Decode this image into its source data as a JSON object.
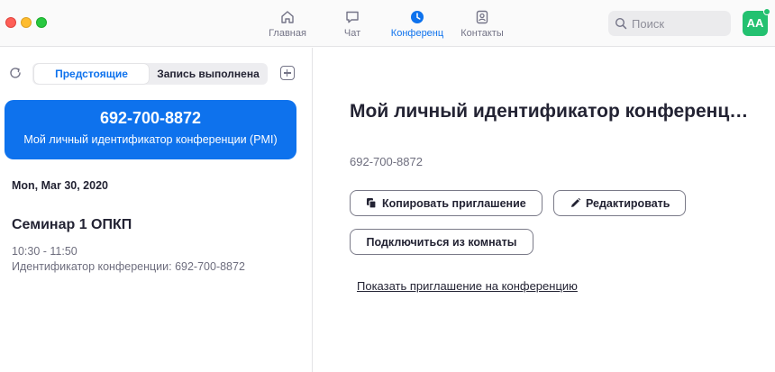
{
  "nav": {
    "home": "Главная",
    "chat": "Чат",
    "meetings": "Конференц",
    "contacts": "Контакты"
  },
  "search": {
    "placeholder": "Поиск"
  },
  "user": {
    "initials": "AA"
  },
  "colors": {
    "accent": "#0e72ed",
    "avatar": "#23c170",
    "status_online": "#23c170"
  },
  "left": {
    "tabs": {
      "upcoming": "Предстоящие",
      "recorded": "Запись выполнена"
    },
    "card": {
      "number": "692-700-8872",
      "name": "Мой личный идентификатор конференции (PMI)"
    },
    "date": "Mon, Mar 30, 2020",
    "meeting": {
      "title": "Семинар 1 ОПКП",
      "time": "10:30 - 11:50",
      "id_line": "Идентификатор конференции: 692-700-8872"
    }
  },
  "right": {
    "title": "Мой личный идентификатор конференции (PMI)",
    "number": "692-700-8872",
    "copy_label": "Копировать приглашение",
    "edit_label": "Редактировать",
    "room_label": "Подключиться из комнаты",
    "show_invite": "Показать приглашение на конференцию"
  },
  "icons": {
    "home": "home-icon",
    "chat": "chat-icon",
    "meetings": "clock-icon",
    "contacts": "contacts-icon",
    "search": "search-icon",
    "refresh": "refresh-icon",
    "add": "plus-icon",
    "copy": "copy-icon",
    "edit": "pencil-icon"
  }
}
